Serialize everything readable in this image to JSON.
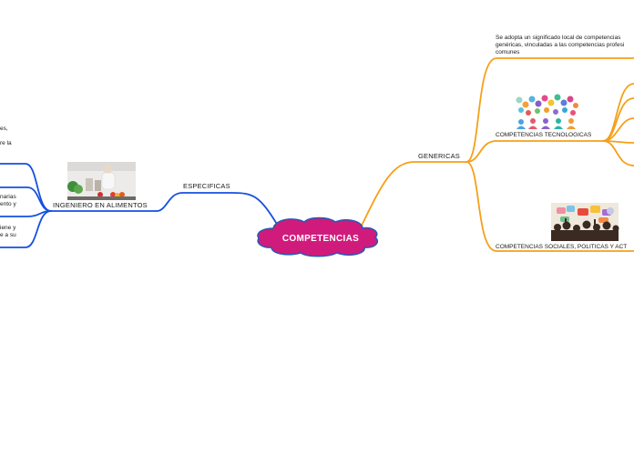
{
  "central": {
    "label": "COMPETENCIAS"
  },
  "branches": {
    "especificas": {
      "label": "ESPECIFICAS",
      "child": {
        "label": "INGENIERO EN ALIMENTOS"
      },
      "leaf_fragments": [
        "es,",
        "re la",
        "narias",
        "ento y",
        "iene y",
        "e a su"
      ]
    },
    "genericas": {
      "label": "GENERICAS",
      "note": "Se adopta un significado local de competencias genéricas, vinculadas a las competencias profesi comunes",
      "note_lines": [
        "Se adopta un significado local de competencias",
        "genéricas, vinculadas a las competencias profesi",
        "comunes"
      ],
      "tecnologicas": {
        "label": "COMPETENCIAS TECNOLOGICAS"
      },
      "sociales": {
        "label": "COMPETENCIAS SOCIALES, POLITICAS Y ACT"
      }
    }
  },
  "colors": {
    "central_fill": "#d01b7c",
    "central_outline": "#2a57b4",
    "left_branch": "#1451e0",
    "right_branch": "#f5a019"
  },
  "icons": [
    "food-lab-image",
    "social-media-icons-image",
    "crowd-speech-bubbles-image"
  ]
}
